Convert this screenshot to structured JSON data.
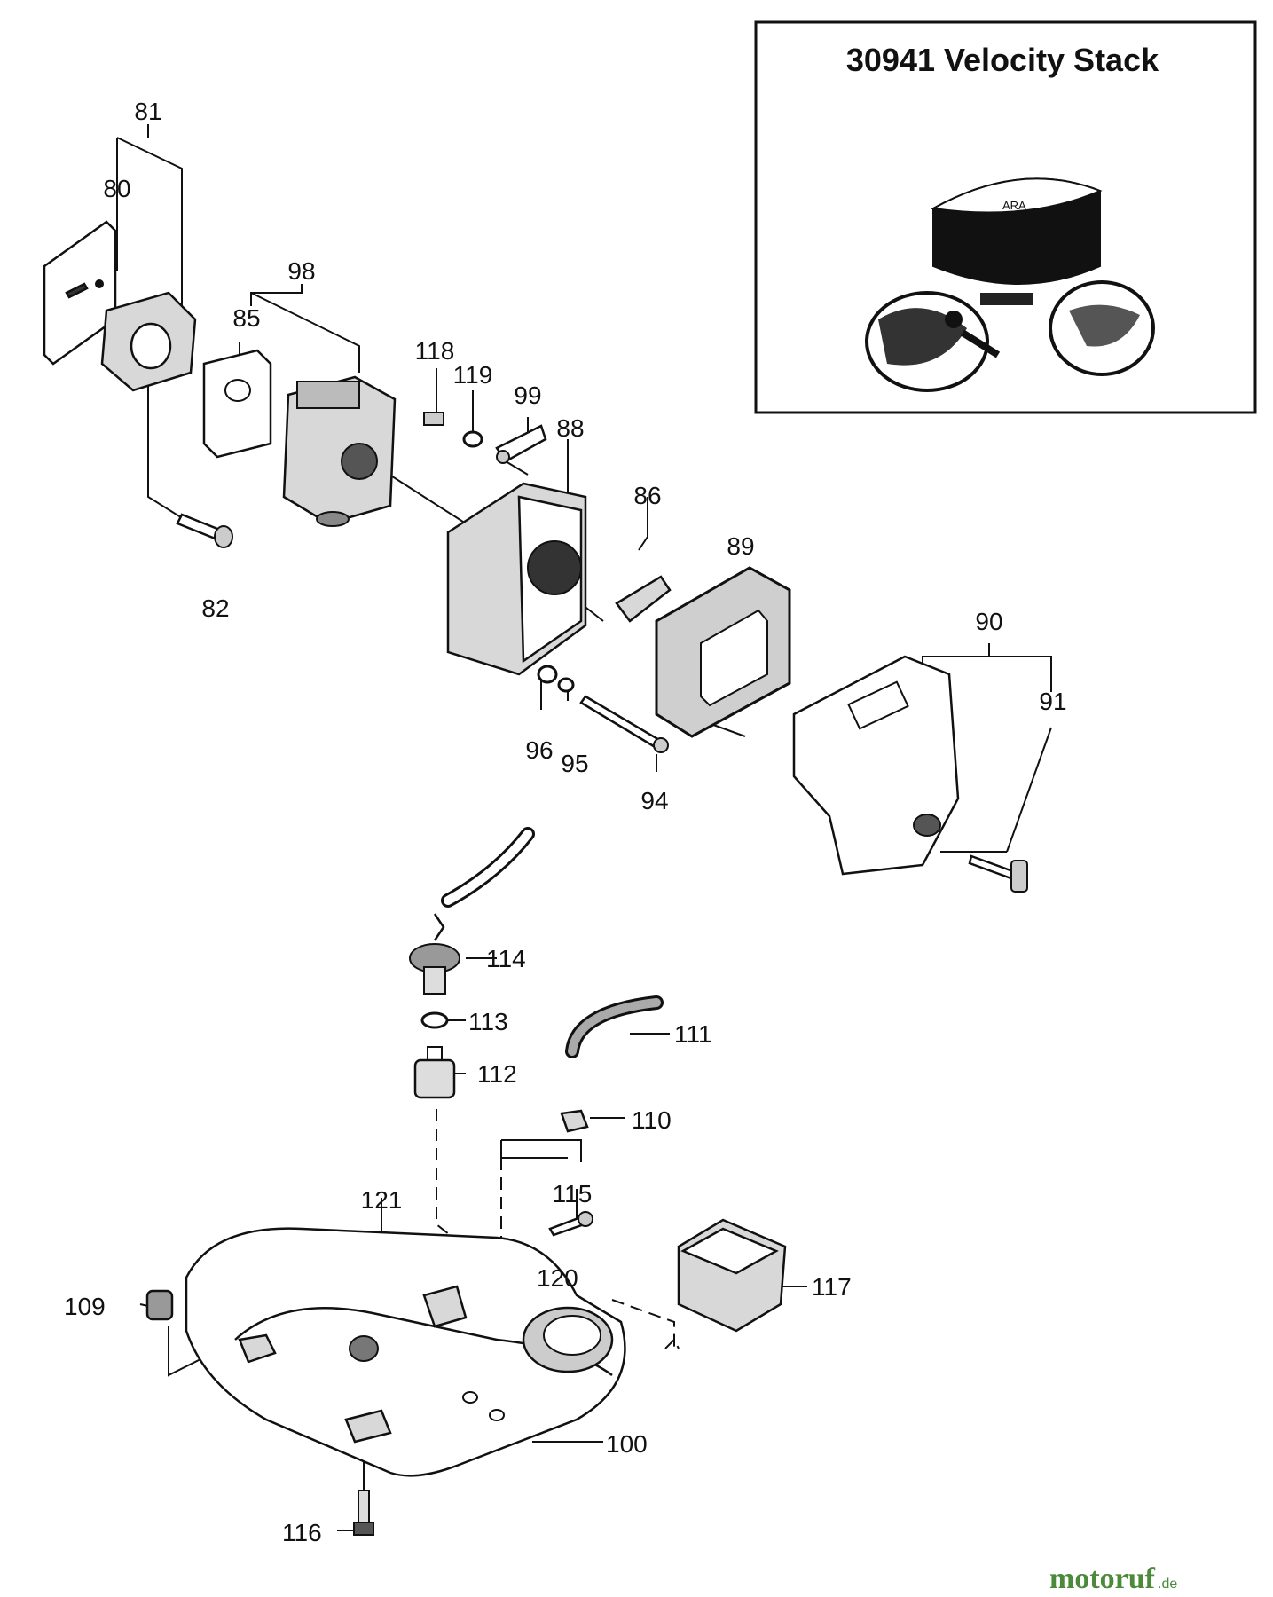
{
  "inset": {
    "title": "30941  Velocity  Stack",
    "logo_text": "ARA"
  },
  "labels": {
    "p80": "80",
    "p81": "81",
    "p82": "82",
    "p85": "85",
    "p86": "86",
    "p88": "88",
    "p89": "89",
    "p90": "90",
    "p91": "91",
    "p94": "94",
    "p95": "95",
    "p96": "96",
    "p98": "98",
    "p99": "99",
    "p100": "100",
    "p109": "109",
    "p110": "110",
    "p111": "111",
    "p112": "112",
    "p113": "113",
    "p114": "114",
    "p115": "115",
    "p116": "116",
    "p117": "117",
    "p118": "118",
    "p119": "119",
    "p120": "120",
    "p121": "121"
  },
  "watermark": {
    "brand": "motoruf",
    "tld": ".de"
  }
}
